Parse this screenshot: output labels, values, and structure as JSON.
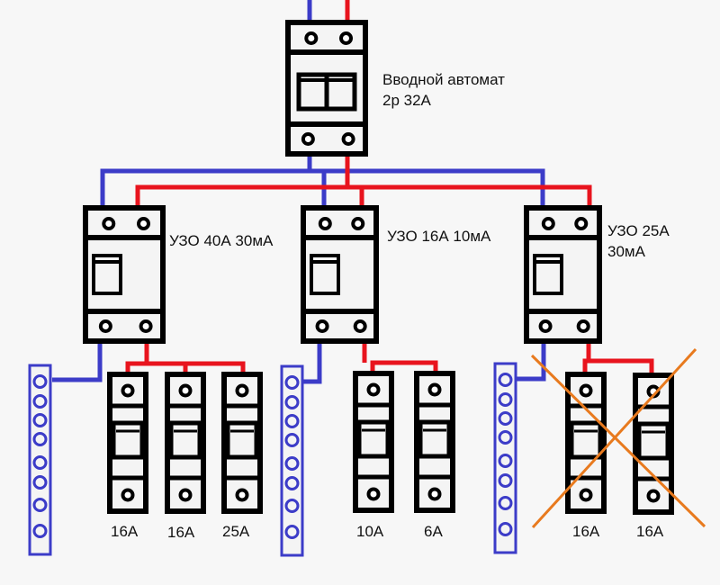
{
  "colors": {
    "neutral": "#3c3cc8",
    "phase": "#e8141e",
    "device": "#000000",
    "cross": "#e87a1e",
    "background": "#f7f7f7"
  },
  "main_breaker": {
    "label_line1": "Вводной автомат",
    "label_line2": "2р 32А"
  },
  "rcds": [
    {
      "label_line1": "УЗО 40А 30мА",
      "label_line2": ""
    },
    {
      "label_line1": "УЗО 16А 10мА",
      "label_line2": ""
    },
    {
      "label_line1": "УЗО 25А",
      "label_line2": "30мА"
    }
  ],
  "groups": [
    {
      "breakers": [
        {
          "rating": "16А"
        },
        {
          "rating": "16А"
        },
        {
          "rating": "25А"
        }
      ],
      "crossed_out": false,
      "busbar_terminals": 8
    },
    {
      "breakers": [
        {
          "rating": "10А"
        },
        {
          "rating": "6А"
        }
      ],
      "crossed_out": false,
      "busbar_terminals": 8
    },
    {
      "breakers": [
        {
          "rating": "16А"
        },
        {
          "rating": "16А"
        }
      ],
      "crossed_out": true,
      "busbar_terminals": 8
    }
  ]
}
